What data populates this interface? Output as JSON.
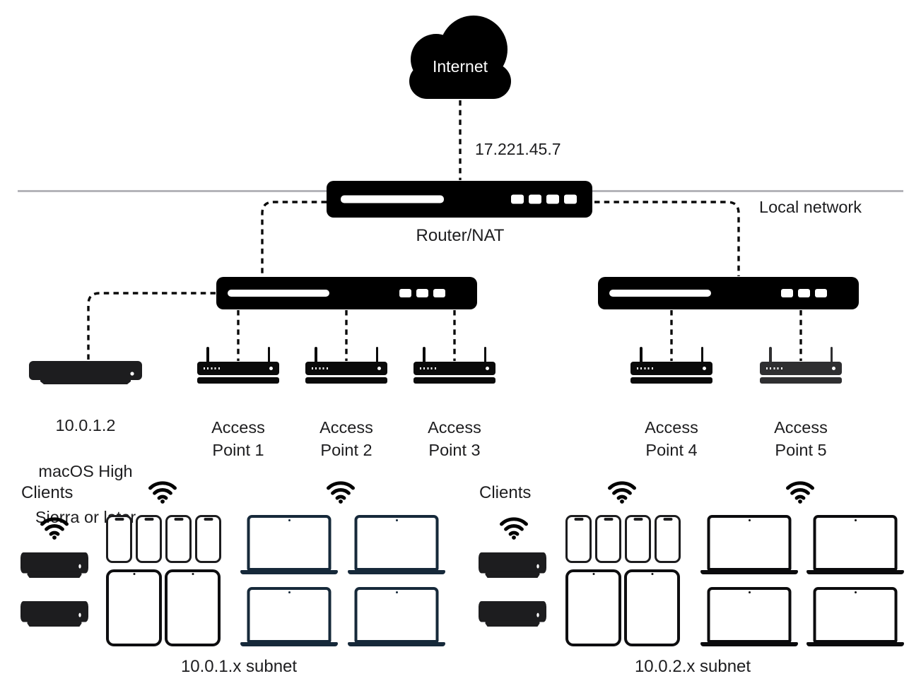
{
  "internet": {
    "label": "Internet",
    "wan_ip": "17.221.45.7"
  },
  "local_network": {
    "label": "Local network"
  },
  "router": {
    "label": "Router/NAT"
  },
  "server": {
    "lines": [
      "10.0.1.2",
      "macOS High",
      "Sierra or later"
    ]
  },
  "access_points": [
    {
      "line1": "Access",
      "line2": "Point 1"
    },
    {
      "line1": "Access",
      "line2": "Point 2"
    },
    {
      "line1": "Access",
      "line2": "Point 3"
    },
    {
      "line1": "Access",
      "line2": "Point 4"
    },
    {
      "line1": "Access",
      "line2": "Point 5"
    }
  ],
  "subnet_left": {
    "clients_label": "Clients",
    "subnet_label": "10.0.1.x subnet",
    "devices": {
      "mac_minis": 2,
      "iphones": 4,
      "ipads": 2,
      "laptops": 4,
      "wifi_icons": 3
    }
  },
  "subnet_right": {
    "clients_label": "Clients",
    "subnet_label": "10.0.2.x subnet",
    "devices": {
      "mac_minis": 2,
      "iphones": 4,
      "ipads": 2,
      "laptops": 4,
      "wifi_icons": 3
    }
  },
  "icons": [
    "internet-cloud-icon",
    "router-icon",
    "switch-icon",
    "access-point-icon",
    "mac-mini-icon",
    "wifi-icon",
    "iphone-icon",
    "ipad-icon",
    "laptop-icon"
  ],
  "colors": {
    "device_black": "#000000",
    "mac_mini_fill": "#1d1d1f",
    "laptop_left_outline": "#16293a",
    "laptop_right_outline": "#0b0b0d",
    "access_point_5_fill": "#2f2f31",
    "local_network_line": "#b4b4b9",
    "text": "#1d1d1f",
    "connector": "#0a0a0a"
  }
}
